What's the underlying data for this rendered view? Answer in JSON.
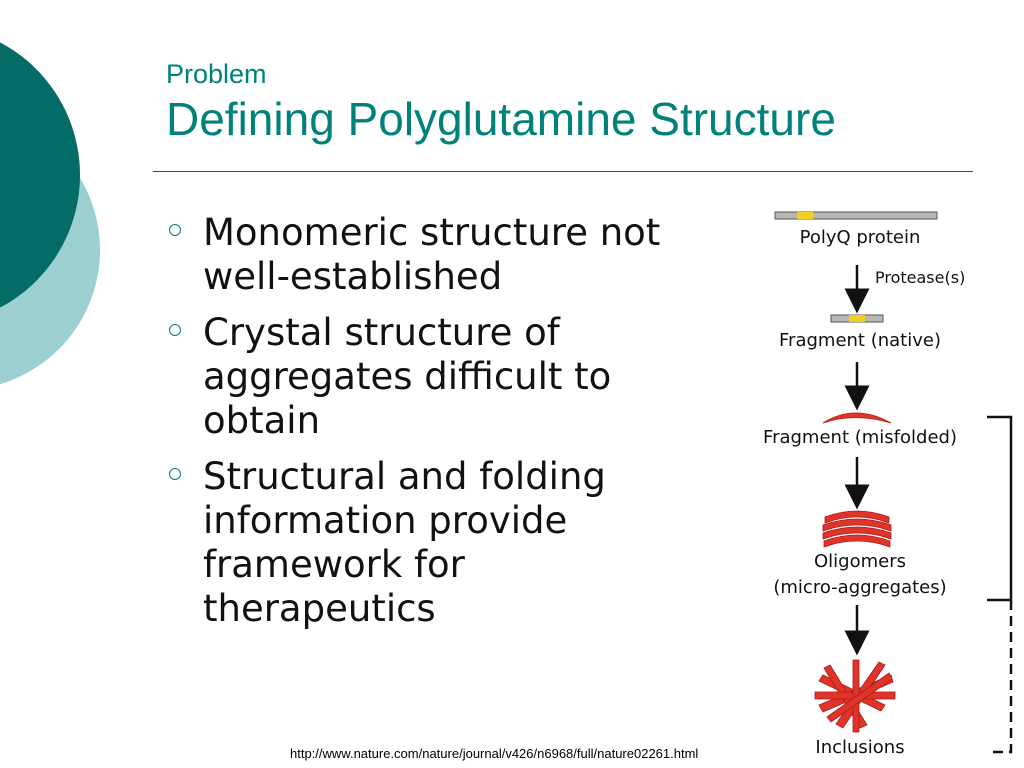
{
  "header": {
    "subtitle": "Problem",
    "title": "Defining Polyglutamine Structure"
  },
  "bullets": [
    "Monomeric structure not well-established",
    "Crystal structure of aggregates difficult to obtain",
    "Structural and folding information provide framework for therapeutics"
  ],
  "diagram": {
    "steps": [
      "PolyQ protein",
      "Fragment (native)",
      "Fragment (misfolded)",
      "Oligomers",
      "(micro-aggregates)",
      "Inclusions"
    ],
    "arrow_label": "Protease(s)"
  },
  "source_url": "http://www.nature.com/nature/journal/v426/n6968/full/nature02261.html",
  "colors": {
    "title": "#00827a",
    "deco_dark": "#046b66",
    "deco_light": "#9ccfcf",
    "aggregate_red": "#e0332a",
    "polyq_yellow": "#f0d020"
  }
}
